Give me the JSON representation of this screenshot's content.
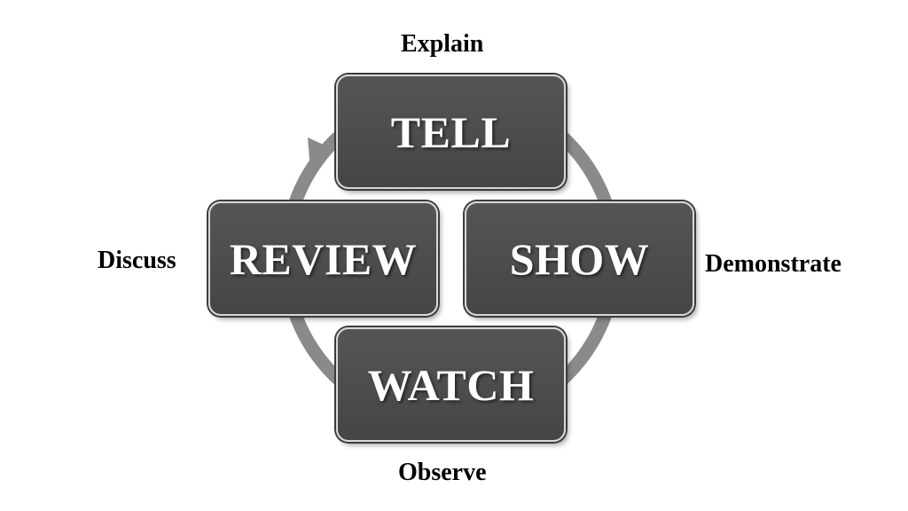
{
  "nodes": {
    "tell": "TELL",
    "show": "SHOW",
    "watch": "WATCH",
    "review": "REVIEW"
  },
  "labels": {
    "explain": "Explain",
    "demonstrate": "Demonstrate",
    "observe": "Observe",
    "discuss": "Discuss"
  }
}
